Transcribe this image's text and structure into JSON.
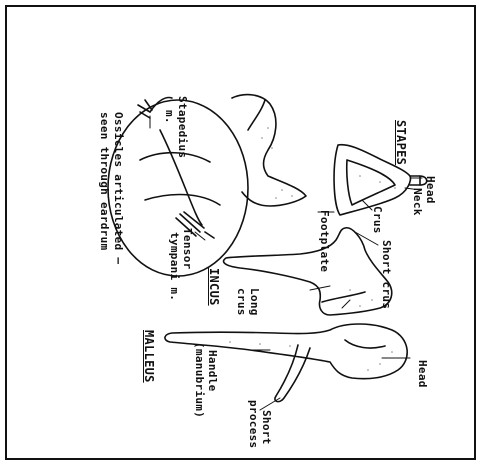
{
  "caption": {
    "line1": "Ossicles articulated —",
    "line2": "seen through eardrum"
  },
  "stapes": {
    "title": "STAPES",
    "head": "Head",
    "neck": "Neck",
    "crus": "Crus",
    "footplate": "Footplate"
  },
  "incus": {
    "title": "INCUS",
    "short_crus": "Short crus",
    "long_crus_1": "Long",
    "long_crus_2": "crus"
  },
  "malleus": {
    "title": "MALLEUS",
    "head": "Head",
    "handle": "Handle",
    "manubrium": "(manubrium)",
    "short_process_1": "Short",
    "short_process_2": "process"
  },
  "muscles": {
    "stapedius_1": "Stapedius",
    "stapedius_2": "m.",
    "tensor_1": "Tensor",
    "tensor_2": "tympani m."
  }
}
